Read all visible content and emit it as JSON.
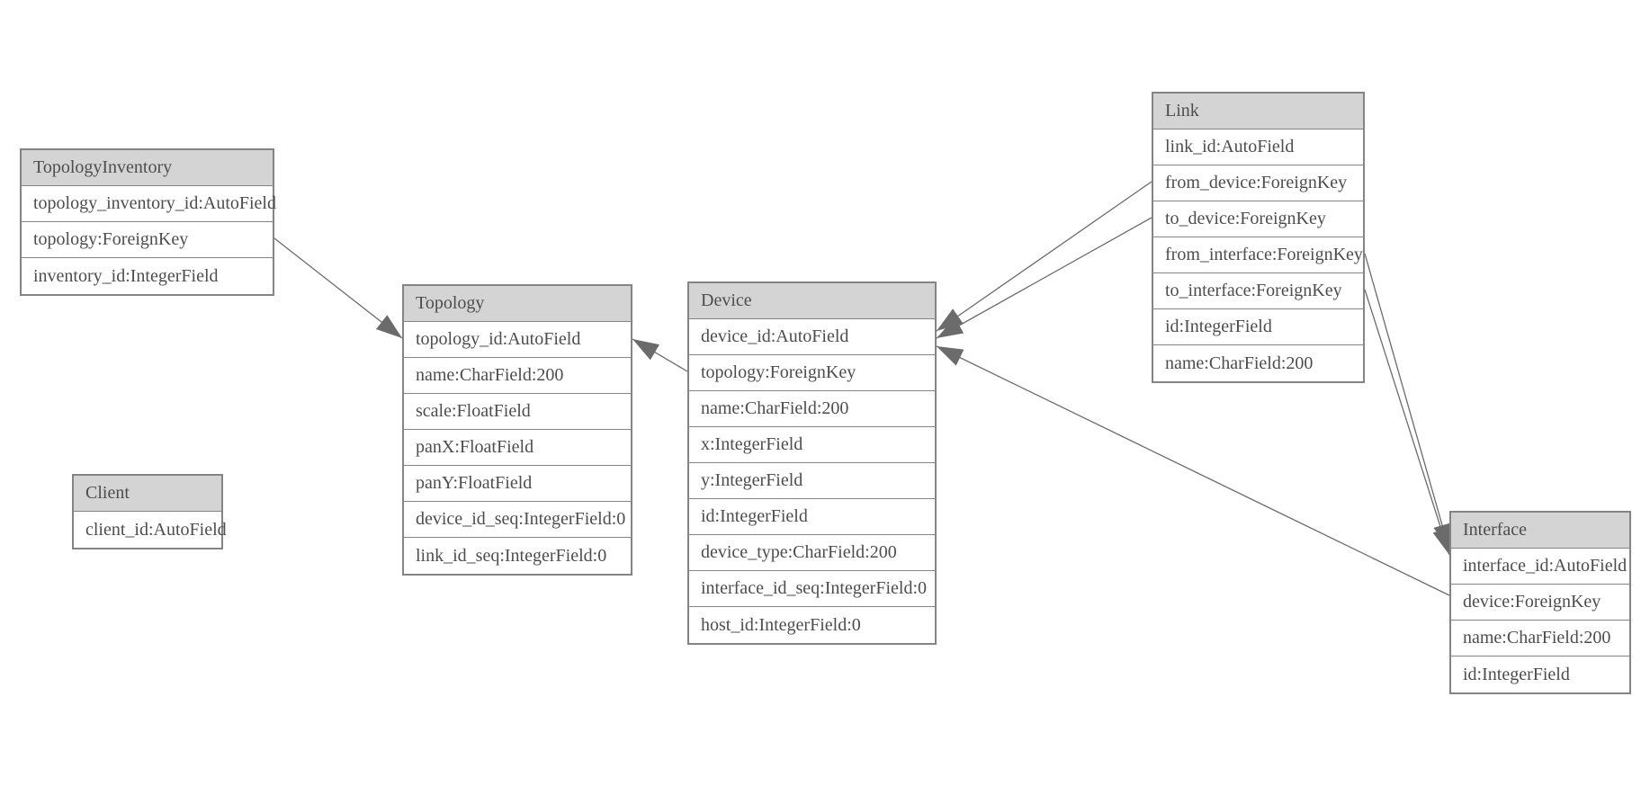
{
  "diagram": {
    "type": "entity-relationship-model-diagram",
    "colors": {
      "background": "#ffffff",
      "entity_header_fill": "#d4d4d4",
      "entity_border": "#848484",
      "text": "#4d4d4d",
      "edge": "#6b6b6b",
      "arrowhead": "#6b6b6b"
    },
    "entities": [
      {
        "name": "TopologyInventory",
        "fields": [
          "topology_inventory_id:AutoField",
          "topology:ForeignKey",
          "inventory_id:IntegerField"
        ]
      },
      {
        "name": "Topology",
        "fields": [
          "topology_id:AutoField",
          "name:CharField:200",
          "scale:FloatField",
          "panX:FloatField",
          "panY:FloatField",
          "device_id_seq:IntegerField:0",
          "link_id_seq:IntegerField:0"
        ]
      },
      {
        "name": "Client",
        "fields": [
          "client_id:AutoField"
        ]
      },
      {
        "name": "Device",
        "fields": [
          "device_id:AutoField",
          "topology:ForeignKey",
          "name:CharField:200",
          "x:IntegerField",
          "y:IntegerField",
          "id:IntegerField",
          "device_type:CharField:200",
          "interface_id_seq:IntegerField:0",
          "host_id:IntegerField:0"
        ]
      },
      {
        "name": "Link",
        "fields": [
          "link_id:AutoField",
          "from_device:ForeignKey",
          "to_device:ForeignKey",
          "from_interface:ForeignKey",
          "to_interface:ForeignKey",
          "id:IntegerField",
          "name:CharField:200"
        ]
      },
      {
        "name": "Interface",
        "fields": [
          "interface_id:AutoField",
          "device:ForeignKey",
          "name:CharField:200",
          "id:IntegerField"
        ]
      }
    ],
    "relationships": [
      {
        "from": "TopologyInventory.topology",
        "to": "Topology.topology_id"
      },
      {
        "from": "Device.topology",
        "to": "Topology.topology_id"
      },
      {
        "from": "Link.from_device",
        "to": "Device.device_id"
      },
      {
        "from": "Link.to_device",
        "to": "Device.device_id"
      },
      {
        "from": "Link.from_interface",
        "to": "Interface.interface_id"
      },
      {
        "from": "Link.to_interface",
        "to": "Interface.interface_id"
      },
      {
        "from": "Interface.device",
        "to": "Device.device_id"
      }
    ]
  }
}
